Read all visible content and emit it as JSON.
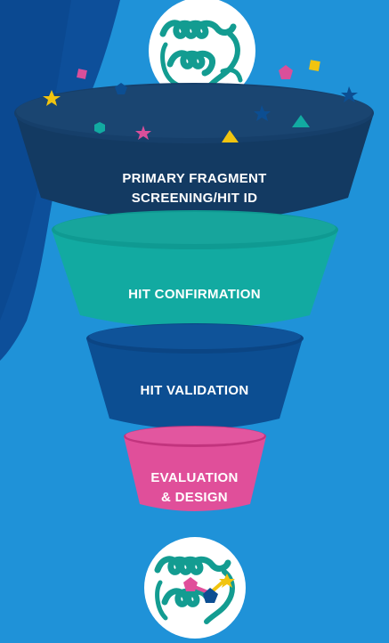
{
  "funnel": {
    "stages": [
      {
        "lines": [
          "PRIMARY FRAGMENT",
          "SCREENING/HIT ID"
        ]
      },
      {
        "lines": [
          "HIT CONFIRMATION"
        ]
      },
      {
        "lines": [
          "HIT VALIDATION"
        ]
      },
      {
        "lines": [
          "EVALUATION",
          "& DESIGN"
        ]
      }
    ]
  },
  "colors": {
    "background": "#1f92d8",
    "dark_arc": "#0d4f9a",
    "stage1": "#133a62",
    "stage2": "#12aaa1",
    "stage3": "#0c4e92",
    "stage4": "#e04f9a",
    "protein": "#139c91",
    "circle": "#ffffff"
  },
  "icons": {
    "top": "protein-structure-icon",
    "bottom": "protein-ligand-complex-icon",
    "confetti": [
      "star",
      "square",
      "pentagon",
      "triangle",
      "hexagon"
    ]
  }
}
